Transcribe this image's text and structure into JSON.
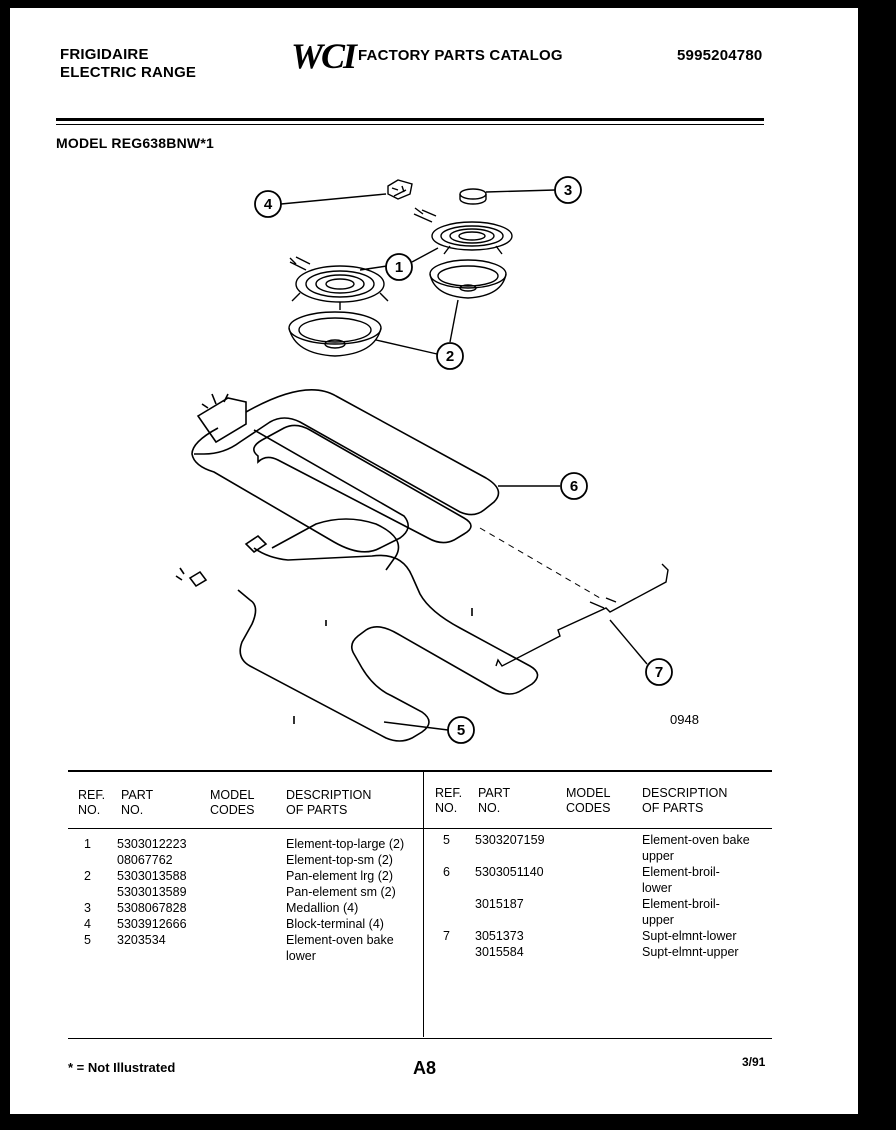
{
  "header": {
    "brand_line1": "FRIGIDAIRE",
    "brand_line2": "ELECTRIC RANGE",
    "logo_text": "WCI",
    "catalog_title": "FACTORY PARTS CATALOG",
    "catalog_number": "5995204780",
    "model_label": "MODEL REG638BNW*1"
  },
  "diagram": {
    "callouts": [
      "1",
      "2",
      "3",
      "4",
      "5",
      "6",
      "7"
    ],
    "figure_code": "0948"
  },
  "table": {
    "left_headers": {
      "ref": [
        "REF.",
        "NO."
      ],
      "part": [
        "PART",
        "NO."
      ],
      "model": [
        "MODEL",
        "CODES"
      ],
      "desc": [
        "DESCRIPTION",
        "OF PARTS"
      ]
    },
    "right_headers": {
      "ref": [
        "REF.",
        "NO."
      ],
      "part": [
        "PART",
        "NO."
      ],
      "model": [
        "MODEL",
        "CODES"
      ],
      "desc": [
        "DESCRIPTION",
        "OF PARTS"
      ]
    },
    "left_rows": [
      {
        "ref": "1",
        "part": "5303012223",
        "desc": "Element-top-large (2)"
      },
      {
        "ref": "",
        "part": "08067762",
        "desc": "Element-top-sm (2)"
      },
      {
        "ref": "2",
        "part": "5303013588",
        "desc": "Pan-element lrg (2)"
      },
      {
        "ref": "",
        "part": "5303013589",
        "desc": "Pan-element sm (2)"
      },
      {
        "ref": "3",
        "part": "5308067828",
        "desc": "Medallion (4)"
      },
      {
        "ref": "4",
        "part": "5303912666",
        "desc": "Block-terminal (4)"
      },
      {
        "ref": "5",
        "part": "3203534",
        "desc": "Element-oven bake"
      },
      {
        "ref": "",
        "part": "",
        "desc": "lower"
      }
    ],
    "right_rows": [
      {
        "ref": "5",
        "part": "5303207159",
        "desc": "Element-oven bake"
      },
      {
        "ref": "",
        "part": "",
        "desc": "upper"
      },
      {
        "ref": "6",
        "part": "5303051140",
        "desc": "Element-broil-"
      },
      {
        "ref": "",
        "part": "",
        "desc": "lower"
      },
      {
        "ref": "",
        "part": "3015187",
        "desc": "Element-broil-"
      },
      {
        "ref": "",
        "part": "",
        "desc": "upper"
      },
      {
        "ref": "7",
        "part": "3051373",
        "desc": "Supt-elmnt-lower"
      },
      {
        "ref": "",
        "part": "3015584",
        "desc": "Supt-elmnt-upper"
      }
    ]
  },
  "footer": {
    "note": "* = Not Illustrated",
    "page": "A8",
    "date": "3/91"
  }
}
